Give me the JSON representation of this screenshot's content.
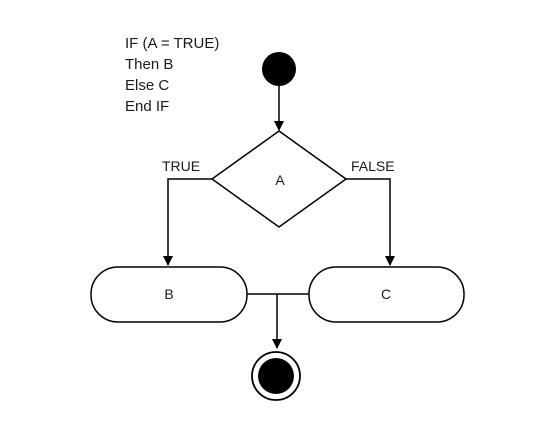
{
  "pseudocode": {
    "lines": [
      "IF (A = TRUE)",
      "Then B",
      "Else C",
      "End IF"
    ]
  },
  "diagram": {
    "decision_label": "A",
    "true_label": "TRUE",
    "false_label": "FALSE",
    "action_b_label": "B",
    "action_c_label": "C"
  }
}
